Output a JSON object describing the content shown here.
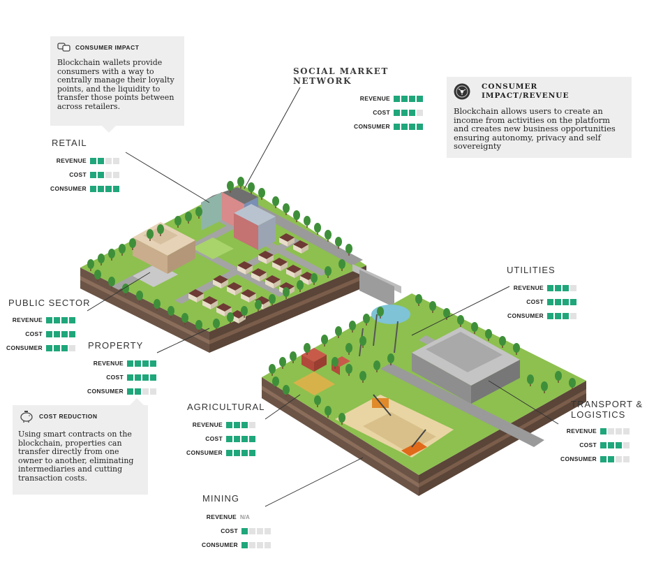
{
  "callouts": {
    "consumer_impact": {
      "heading": "CONSUMER IMPACT",
      "text": "Blockchain wallets provide consumers with a way to centrally manage their loyalty points, and the liquidity to transfer those points between across retailers.",
      "icon": "chat-bubbles-icon"
    },
    "consumer_impact_revenue": {
      "heading": "CONSUMER IMPACT/REVENUE",
      "text": "Blockchain allows users to create an income from activities on the platform and creates new business opportunities ensuring autonomy, privacy and self sovereignty",
      "icon": "network-badge-icon"
    },
    "cost_reduction": {
      "heading": "COST REDUCTION",
      "text": "Using smart contracts on the blockchain, properties can transfer directly from one owner to another, eliminating intermediaries and cutting transaction costs.",
      "icon": "piggy-bank-icon"
    }
  },
  "sectors": {
    "social_market_network": {
      "title": "SOCIAL MARKET NETWORK",
      "rows": [
        {
          "label": "REVENUE",
          "score": 4
        },
        {
          "label": "COST",
          "score": 3
        },
        {
          "label": "CONSUMER",
          "score": 4
        }
      ]
    },
    "retail": {
      "title": "RETAIL",
      "rows": [
        {
          "label": "REVENUE",
          "score": 2
        },
        {
          "label": "COST",
          "score": 2
        },
        {
          "label": "CONSUMER",
          "score": 4
        }
      ]
    },
    "public_sector": {
      "title": "PUBLIC SECTOR",
      "rows": [
        {
          "label": "REVENUE",
          "score": 4
        },
        {
          "label": "COST",
          "score": 4
        },
        {
          "label": "CONSUMER",
          "score": 3
        }
      ]
    },
    "property": {
      "title": "PROPERTY",
      "rows": [
        {
          "label": "REVENUE",
          "score": 4
        },
        {
          "label": "COST",
          "score": 4
        },
        {
          "label": "CONSUMER",
          "score": 2
        }
      ]
    },
    "utilities": {
      "title": "UTILITIES",
      "rows": [
        {
          "label": "REVENUE",
          "score": 3
        },
        {
          "label": "COST",
          "score": 4
        },
        {
          "label": "CONSUMER",
          "score": 3
        }
      ]
    },
    "agricultural": {
      "title": "AGRICULTURAL",
      "rows": [
        {
          "label": "REVENUE",
          "score": 3
        },
        {
          "label": "COST",
          "score": 4
        },
        {
          "label": "CONSUMER",
          "score": 4
        }
      ]
    },
    "transport_logistics": {
      "title_line1": "TRANSPORT &",
      "title_line2": "LOGISTICS",
      "rows": [
        {
          "label": "REVENUE",
          "score": 1
        },
        {
          "label": "COST",
          "score": 3
        },
        {
          "label": "CONSUMER",
          "score": 2
        }
      ]
    },
    "mining": {
      "title": "MINING",
      "rows": [
        {
          "label": "REVENUE",
          "score": null,
          "na": "N/A"
        },
        {
          "label": "COST",
          "score": 1
        },
        {
          "label": "CONSUMER",
          "score": 1
        }
      ]
    }
  },
  "colors": {
    "bar_on": "#1fa67a",
    "bar_off": "#e2e2e2",
    "grass": "#8dc04f",
    "road": "#9a9a9a",
    "soil": "#6b5446",
    "sand": "#e9d5a3",
    "callout_bg": "#eeeeee"
  }
}
